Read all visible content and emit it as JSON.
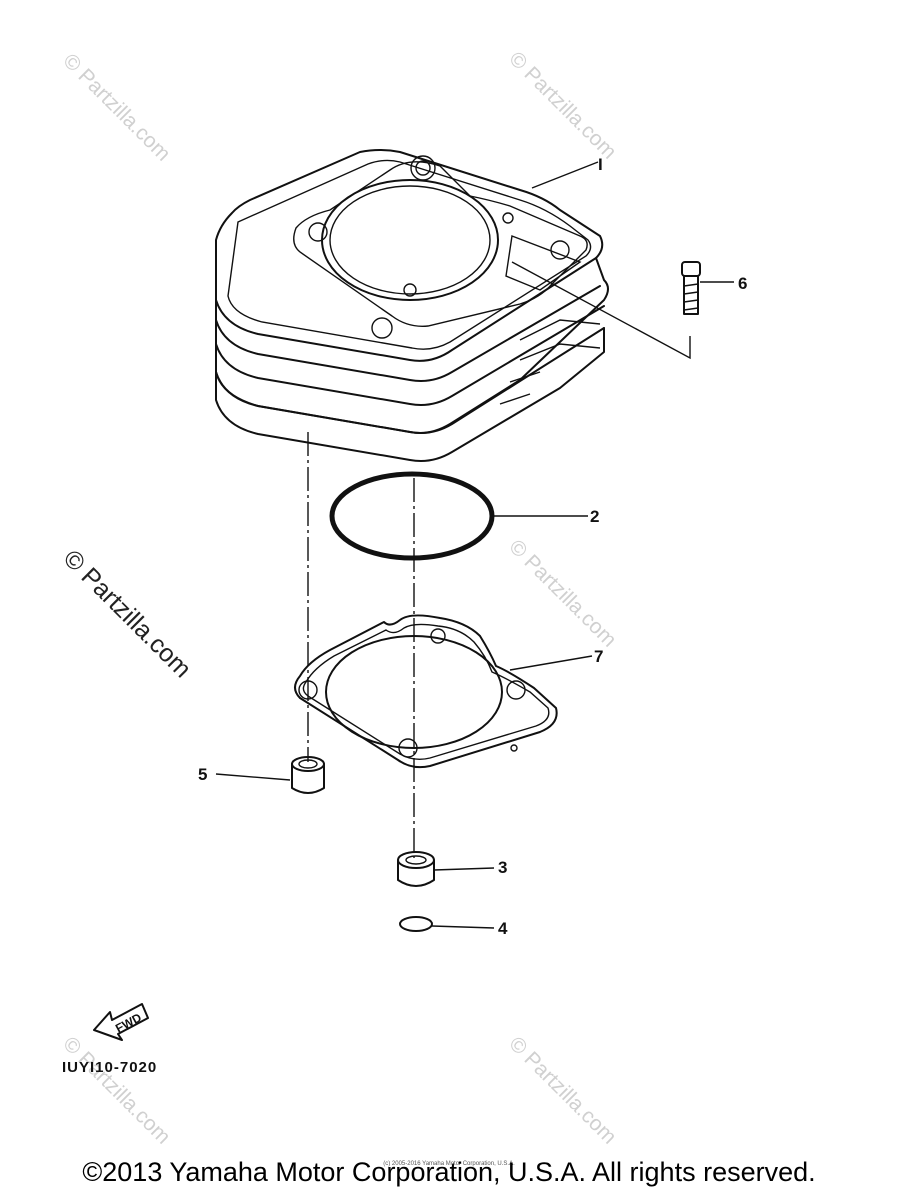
{
  "diagram": {
    "callouts": [
      {
        "id": "1",
        "label": "I"
      },
      {
        "id": "2",
        "label": "2"
      },
      {
        "id": "3",
        "label": "3"
      },
      {
        "id": "4",
        "label": "4"
      },
      {
        "id": "5",
        "label": "5"
      },
      {
        "id": "6",
        "label": "6"
      },
      {
        "id": "7",
        "label": "7"
      }
    ],
    "drawing_code": "IUYI10-7020",
    "fwd_label": "FWD"
  },
  "watermark": {
    "text": "© Partzilla.com"
  },
  "footer": {
    "copyright": "©2013 Yamaha Motor Corporation, U.S.A. All rights reserved.",
    "fineprint": "(c) 2005-2016 Yamaha Motor Corporation, U.S.A."
  },
  "colors": {
    "line": "#111111",
    "watermark": "#d0d0d0"
  }
}
